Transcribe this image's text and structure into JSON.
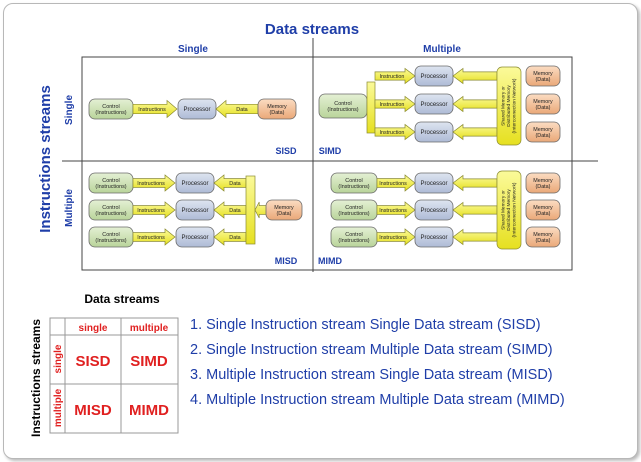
{
  "top_diagram": {
    "title": "Data streams",
    "col_single": "Single",
    "col_multiple": "Multiple",
    "row_axis": "Instructions streams",
    "row_single": "Single",
    "row_multiple": "Multiple",
    "box_control": "Control\n(Instructions)",
    "box_processor": "Processor",
    "box_memory": "Memory\n(Data)",
    "arrow_instructions": "Instructions",
    "arrow_instruction": "Instruction",
    "arrow_data": "Data",
    "shared_memory": "Shared Memory or\nDistributed Memory\n(Interconnection Network)",
    "label_sisd": "SISD",
    "label_simd": "SIMD",
    "label_misd": "MISD",
    "label_mimd": "MIMD"
  },
  "summary_table": {
    "col_axis": "Data streams",
    "row_axis": "Instructions streams",
    "col_single": "single",
    "col_multiple": "multiple",
    "row_single": "single",
    "row_multiple": "multiple",
    "sisd": "SISD",
    "simd": "SIMD",
    "misd": "MISD",
    "mimd": "MIMD"
  },
  "definitions": [
    "1. Single Instruction stream Single Data stream (SISD)",
    "2. Single Instruction stream Multiple Data stream (SIMD)",
    "3. Multiple Instruction stream Single Data stream (MISD)",
    "4. Multiple Instruction stream Multiple Data stream (MIMD)"
  ],
  "colors": {
    "heading_blue": "#1f3ea8",
    "accent_red": "#e02020",
    "control_fill": "#cfe3b4",
    "processor_fill": "#c7d2e6",
    "memory_fill": "#f4c7a0",
    "arrow_fill": "#f4f23c",
    "shared_fill": "#f7f27a"
  }
}
